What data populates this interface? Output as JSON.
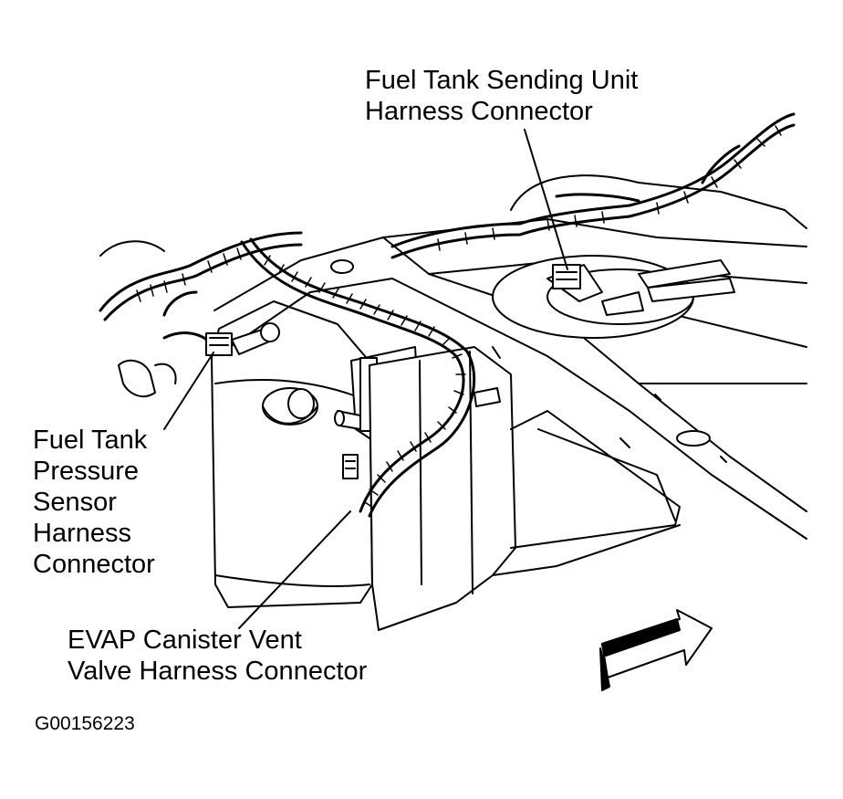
{
  "labels": {
    "sending_unit": [
      "Fuel Tank Sending Unit",
      "Harness Connector"
    ],
    "pressure_sensor": [
      "Fuel Tank",
      "Pressure",
      "Sensor",
      "Harness",
      "Connector"
    ],
    "evap_vent": [
      "EVAP Canister Vent",
      "Valve Harness Connector"
    ]
  },
  "figure_id": "G00156223",
  "icons": {
    "direction_arrow": "forward-arrow-icon"
  }
}
